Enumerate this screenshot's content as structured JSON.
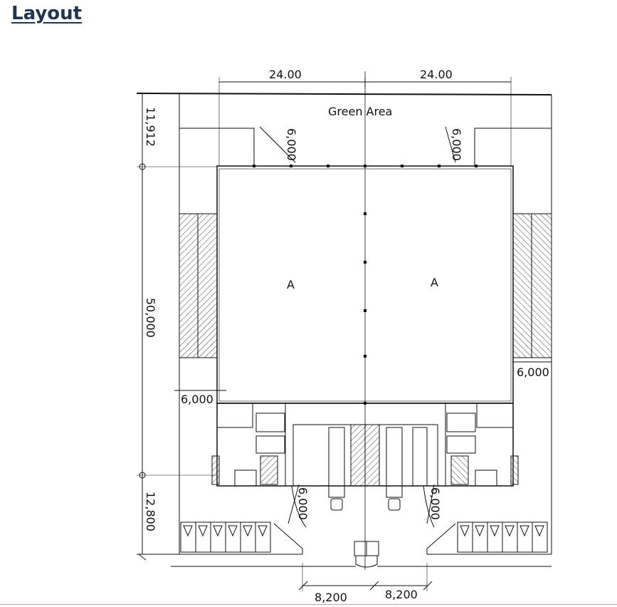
{
  "title": "Layout",
  "labels": {
    "green_area": "Green Area",
    "unit_left": "A",
    "unit_right": "A"
  },
  "dimensions": {
    "top_left_width": "24.00",
    "top_right_width": "24.00",
    "setback_top": "11,912",
    "building_depth": "50,000",
    "setback_bottom": "12,800",
    "side_left_top": "6,000",
    "side_right_top": "6,000",
    "side_right_mid": "6,000",
    "side_left_mid": "6,000",
    "dock_left": "6,000",
    "dock_right": "6,000",
    "gate_left": "8,200",
    "gate_right": "8,200"
  },
  "colors": {
    "line": "#111111",
    "title": "#1f3550"
  }
}
